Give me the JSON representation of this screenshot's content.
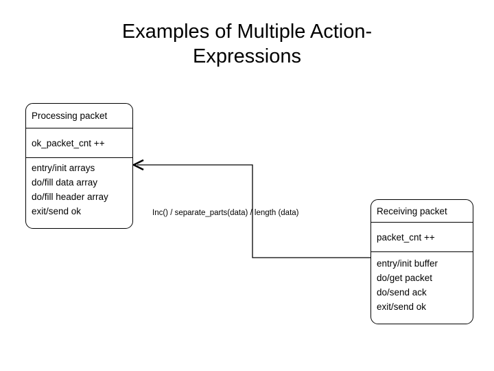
{
  "slide": {
    "background_color": "#ffffff",
    "title": "Examples of Multiple Action-\nExpressions"
  },
  "states": {
    "left": {
      "name": "Processing packet",
      "variable": "ok_packet_cnt ++",
      "actions": "entry/init arrays\ndo/fill data array\ndo/fill header array\nexit/send ok"
    },
    "right": {
      "name": "Receiving packet",
      "variable": "packet_cnt ++",
      "actions": "entry/init buffer\ndo/get packet\ndo/send ack\nexit/send ok"
    }
  },
  "transition": {
    "label": "Inc() / separate_parts(data) / length (data)",
    "arrow_direction": "left",
    "line_color": "#000000"
  }
}
